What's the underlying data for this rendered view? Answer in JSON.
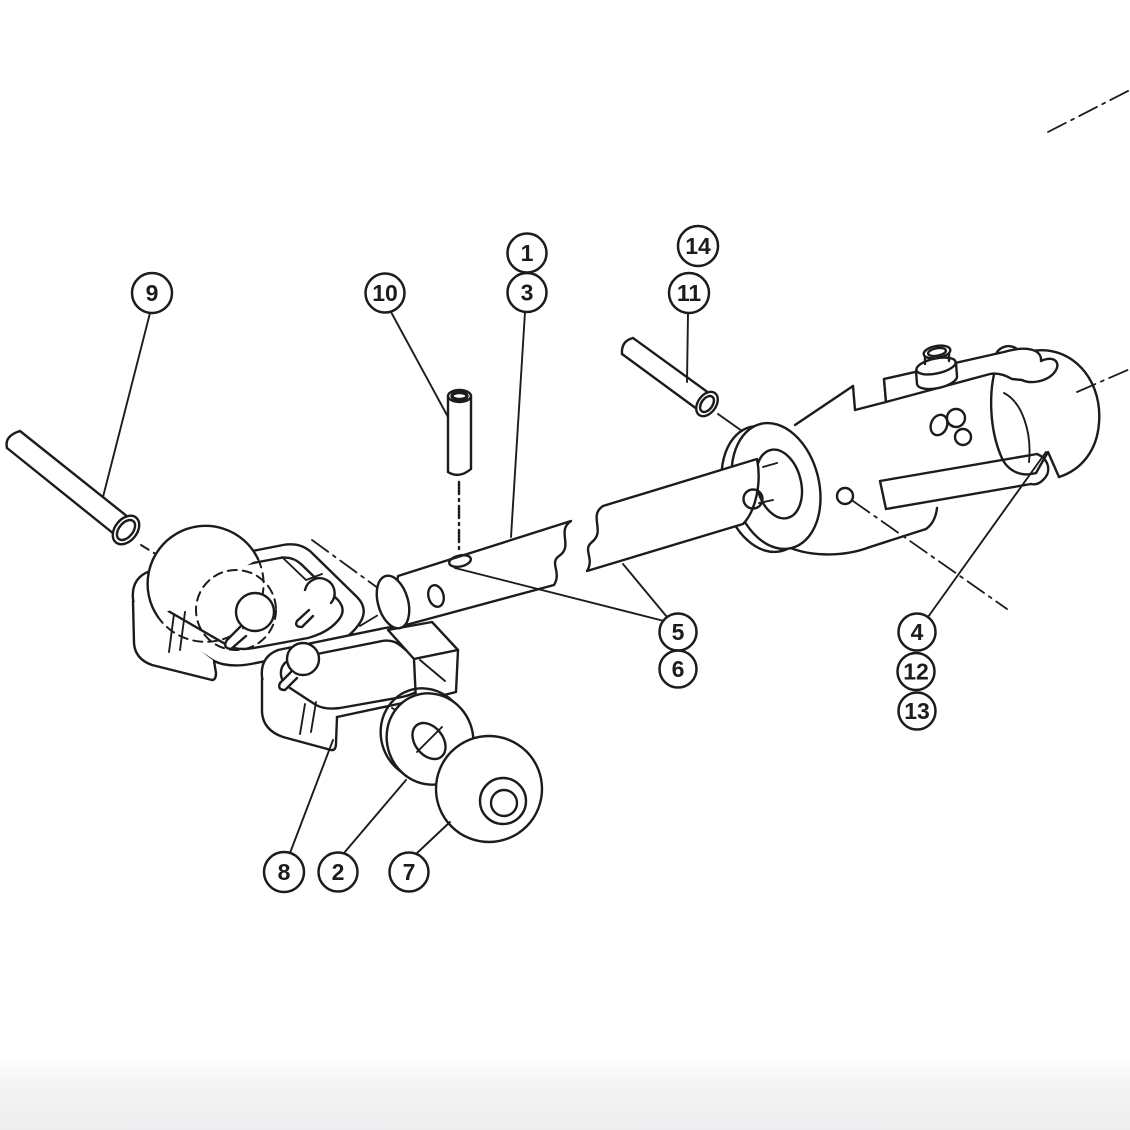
{
  "colors": {
    "ink": "#1c1c1c",
    "paper": "#ffffff",
    "footer_band": "#f0f0f2"
  },
  "balloons": [
    {
      "label": "1"
    },
    {
      "label": "3"
    },
    {
      "label": "9"
    },
    {
      "label": "10"
    },
    {
      "label": "14"
    },
    {
      "label": "11"
    },
    {
      "label": "5"
    },
    {
      "label": "6"
    },
    {
      "label": "4"
    },
    {
      "label": "12"
    },
    {
      "label": "13"
    },
    {
      "label": "8"
    },
    {
      "label": "2"
    },
    {
      "label": "7"
    }
  ]
}
